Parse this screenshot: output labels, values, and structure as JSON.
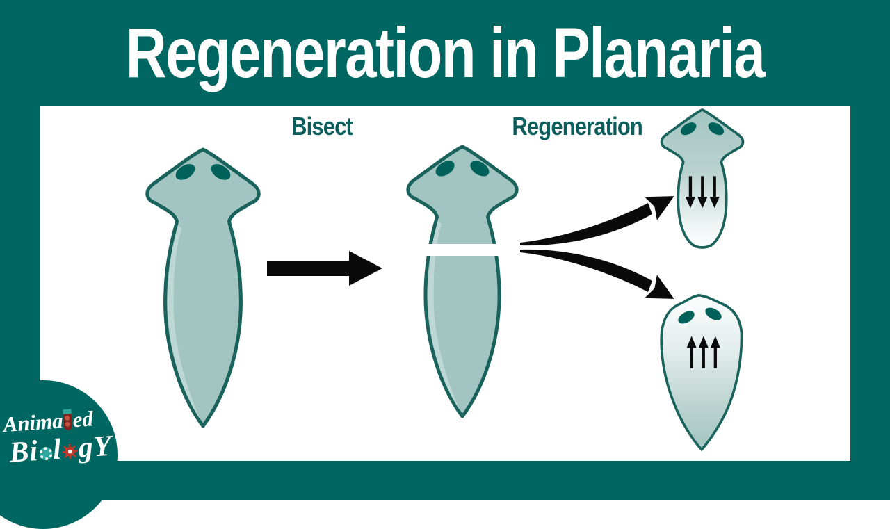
{
  "title": "Regeneration in Planaria",
  "labels": {
    "bisect": "Bisect",
    "regeneration": "Regeneration"
  },
  "logo": {
    "brand_full": "Animated Biology",
    "line1_a": "Anima",
    "line1_b": "ed",
    "line2_a": "Bi",
    "line2_b": "l",
    "line2_c": "g",
    "line2_d": "Y"
  },
  "icons": {
    "right_arrow": "black solid right arrow",
    "curved_arrow_up": "curved tapered arrow to head fragment",
    "curved_arrow_down": "curved tapered arrow to tail fragment",
    "regrowth_down_arrows": "three small downward arrows",
    "regrowth_up_arrows": "three small upward arrows",
    "test_tube_icon": "test tube forming letter t",
    "cell_icon": "cell forming letter o",
    "virus_icon": "virus forming letter o"
  },
  "colors": {
    "background_teal": "#006661",
    "panel_white": "#ffffff",
    "worm_fill": "#a3c5c2",
    "worm_highlight": "#bdd7d4",
    "worm_outline": "#1a635c",
    "eye_teal": "#00615a",
    "label_teal": "#0c5e5c",
    "arrow_black": "#0a0a0a",
    "logo_accent_teal": "#2ea89e",
    "logo_accent_red": "#c0392b"
  }
}
